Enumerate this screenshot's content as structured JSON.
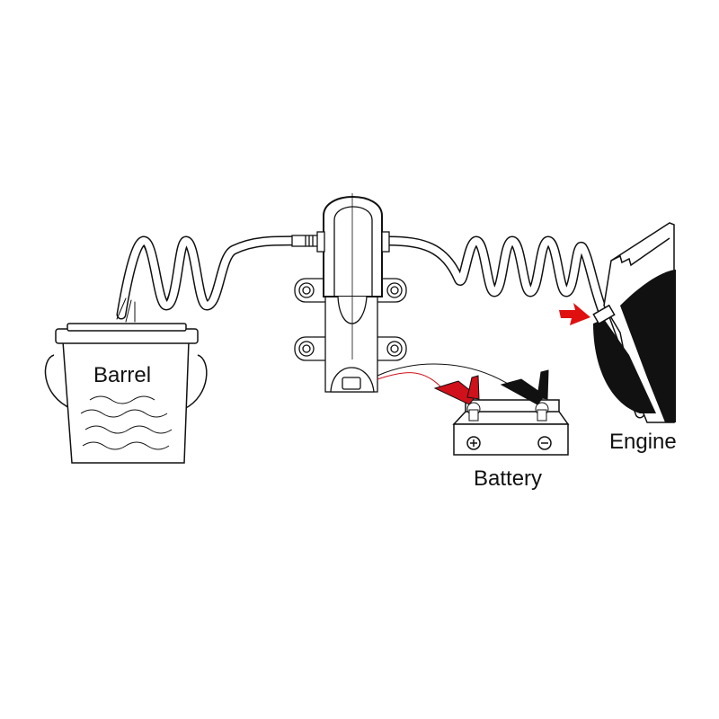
{
  "labels": {
    "barrel": "Barrel",
    "battery": "Battery",
    "engine": "Engine"
  },
  "battery_terminals": {
    "positive": "+",
    "negative": "−"
  },
  "colors": {
    "line": "#111111",
    "positive_clamp": "#d0101a",
    "negative_clamp": "#111111",
    "arrow": "#e01010"
  },
  "icons": [
    "barrel-icon",
    "pump-icon",
    "coiled-hose-icon",
    "battery-icon",
    "clamp-icon",
    "engine-icon",
    "arrow-icon"
  ]
}
